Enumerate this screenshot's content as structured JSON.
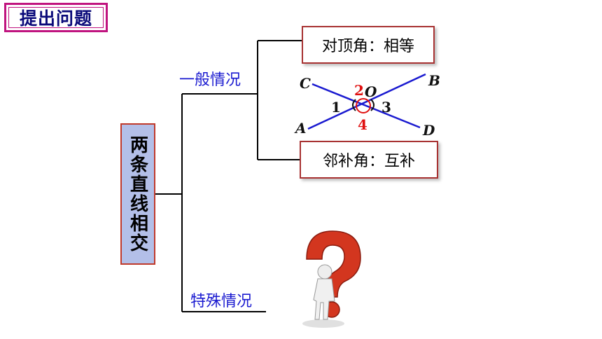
{
  "title": "提出问题",
  "main_topic": "两条直线相交",
  "branches": {
    "general": "一般情况",
    "special": "特殊情况"
  },
  "boxes": {
    "vertical_angles": "对顶角：相等",
    "adjacent_angles": "邻补角：互补"
  },
  "figure": {
    "points": {
      "A": "A",
      "B": "B",
      "C": "C",
      "D": "D",
      "O": "O"
    },
    "angles": {
      "a1": "1",
      "a2": "2",
      "a3": "3",
      "a4": "4"
    }
  },
  "colors": {
    "title_border": "#c0147f",
    "title_text": "#0a0a7a",
    "main_box_fill": "#b3bfe8",
    "branch_text": "#1a1ad0",
    "line_color": "#1a1ad0",
    "highlight": "#e01010"
  },
  "icons": [
    "question-mark-figure-icon"
  ]
}
